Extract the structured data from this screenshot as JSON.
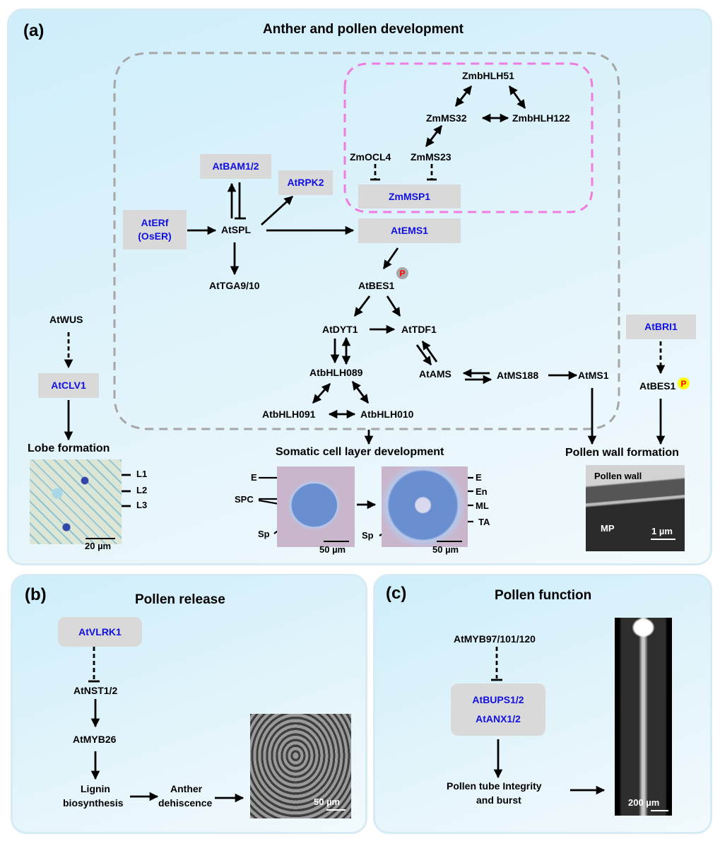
{
  "panel_a": {
    "label": "(a)",
    "title": "Anther and pollen development",
    "nodes": {
      "aterf": "AtERf",
      "oser": "(OsER)",
      "atbam": "AtBAM1/2",
      "atrpk2": "AtRPK2",
      "atspl": "AtSPL",
      "attga": "AtTGA9/10",
      "atems1": "AtEMS1",
      "atbes1": "AtBES1",
      "atdyt1": "AtDYT1",
      "attdf1": "AtTDF1",
      "atbhlh089": "AtbHLH089",
      "atbhlh091": "AtbHLH091",
      "atbhlh010": "AtbHLH010",
      "atams": "AtAMS",
      "atms188": "AtMS188",
      "atms1": "AtMS1",
      "zmbhlh51": "ZmbHLH51",
      "zmms32": "ZmMS32",
      "zmbhlh122": "ZmbHLH122",
      "zmocl4": "ZmOCL4",
      "zmms23": "ZmMS23",
      "zmmsp1": "ZmMSP1",
      "atwus": "AtWUS",
      "atclv1": "AtCLV1",
      "atbri1": "AtBRI1",
      "atbes1_right": "AtBES1"
    },
    "phospho_badge": "P",
    "badge_colors": {
      "center": "#a6a6a6",
      "right": "#ffff00"
    },
    "lobe": {
      "title": "Lobe formation",
      "labels": [
        "L1",
        "L2",
        "L3"
      ],
      "scale": "20 µm"
    },
    "somatic": {
      "title": "Somatic cell layer development",
      "left_labels": [
        "E",
        "SPC",
        "Sp"
      ],
      "right_labels": [
        "E",
        "En",
        "ML",
        "TA",
        "Sp"
      ],
      "scale_left": "50 µm",
      "scale_right": "50 µm"
    },
    "pollen_wall": {
      "title": "Pollen wall formation",
      "label_top": "Pollen  wall",
      "label_mp": "MP",
      "scale": "1 µm"
    }
  },
  "panel_b": {
    "label": "(b)",
    "title": "Pollen release",
    "nodes": {
      "atvlrk1": "AtVLRK1",
      "atnst": "AtNST1/2",
      "atmyb26": "AtMYB26",
      "lignin_1": "Lignin",
      "lignin_2": "biosynthesis",
      "anther_1": "Anther",
      "anther_2": "dehiscence"
    },
    "scale": "50 µm"
  },
  "panel_c": {
    "label": "(c)",
    "title": "Pollen function",
    "nodes": {
      "atmyb": "AtMYB97/101/120",
      "atbups": "AtBUPS1/2",
      "atanx": "AtANX1/2",
      "tube_1": "Pollen  tube Integrity",
      "tube_2": "and burst"
    },
    "scale": "200 µm"
  },
  "colors": {
    "gene_blue": "#1010e0",
    "box_gray": "#d9d9d9",
    "dash_gray": "#a6a6a6",
    "dash_pink": "#f07ce0",
    "phospho_red": "#ff0000"
  }
}
